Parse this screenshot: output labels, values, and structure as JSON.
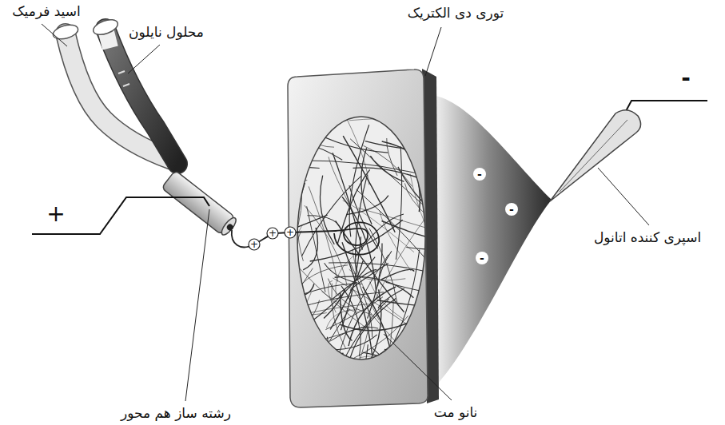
{
  "diagram": {
    "labels": [
      "اسید فرمیک",
      "محلول نایلون",
      "توری دی الکتریک",
      "-",
      "+",
      "+",
      "+",
      "+",
      "-",
      "-",
      "-",
      "اسپری کننده اتانول",
      "رشته ساز هم محور",
      "نانو مت"
    ]
  }
}
